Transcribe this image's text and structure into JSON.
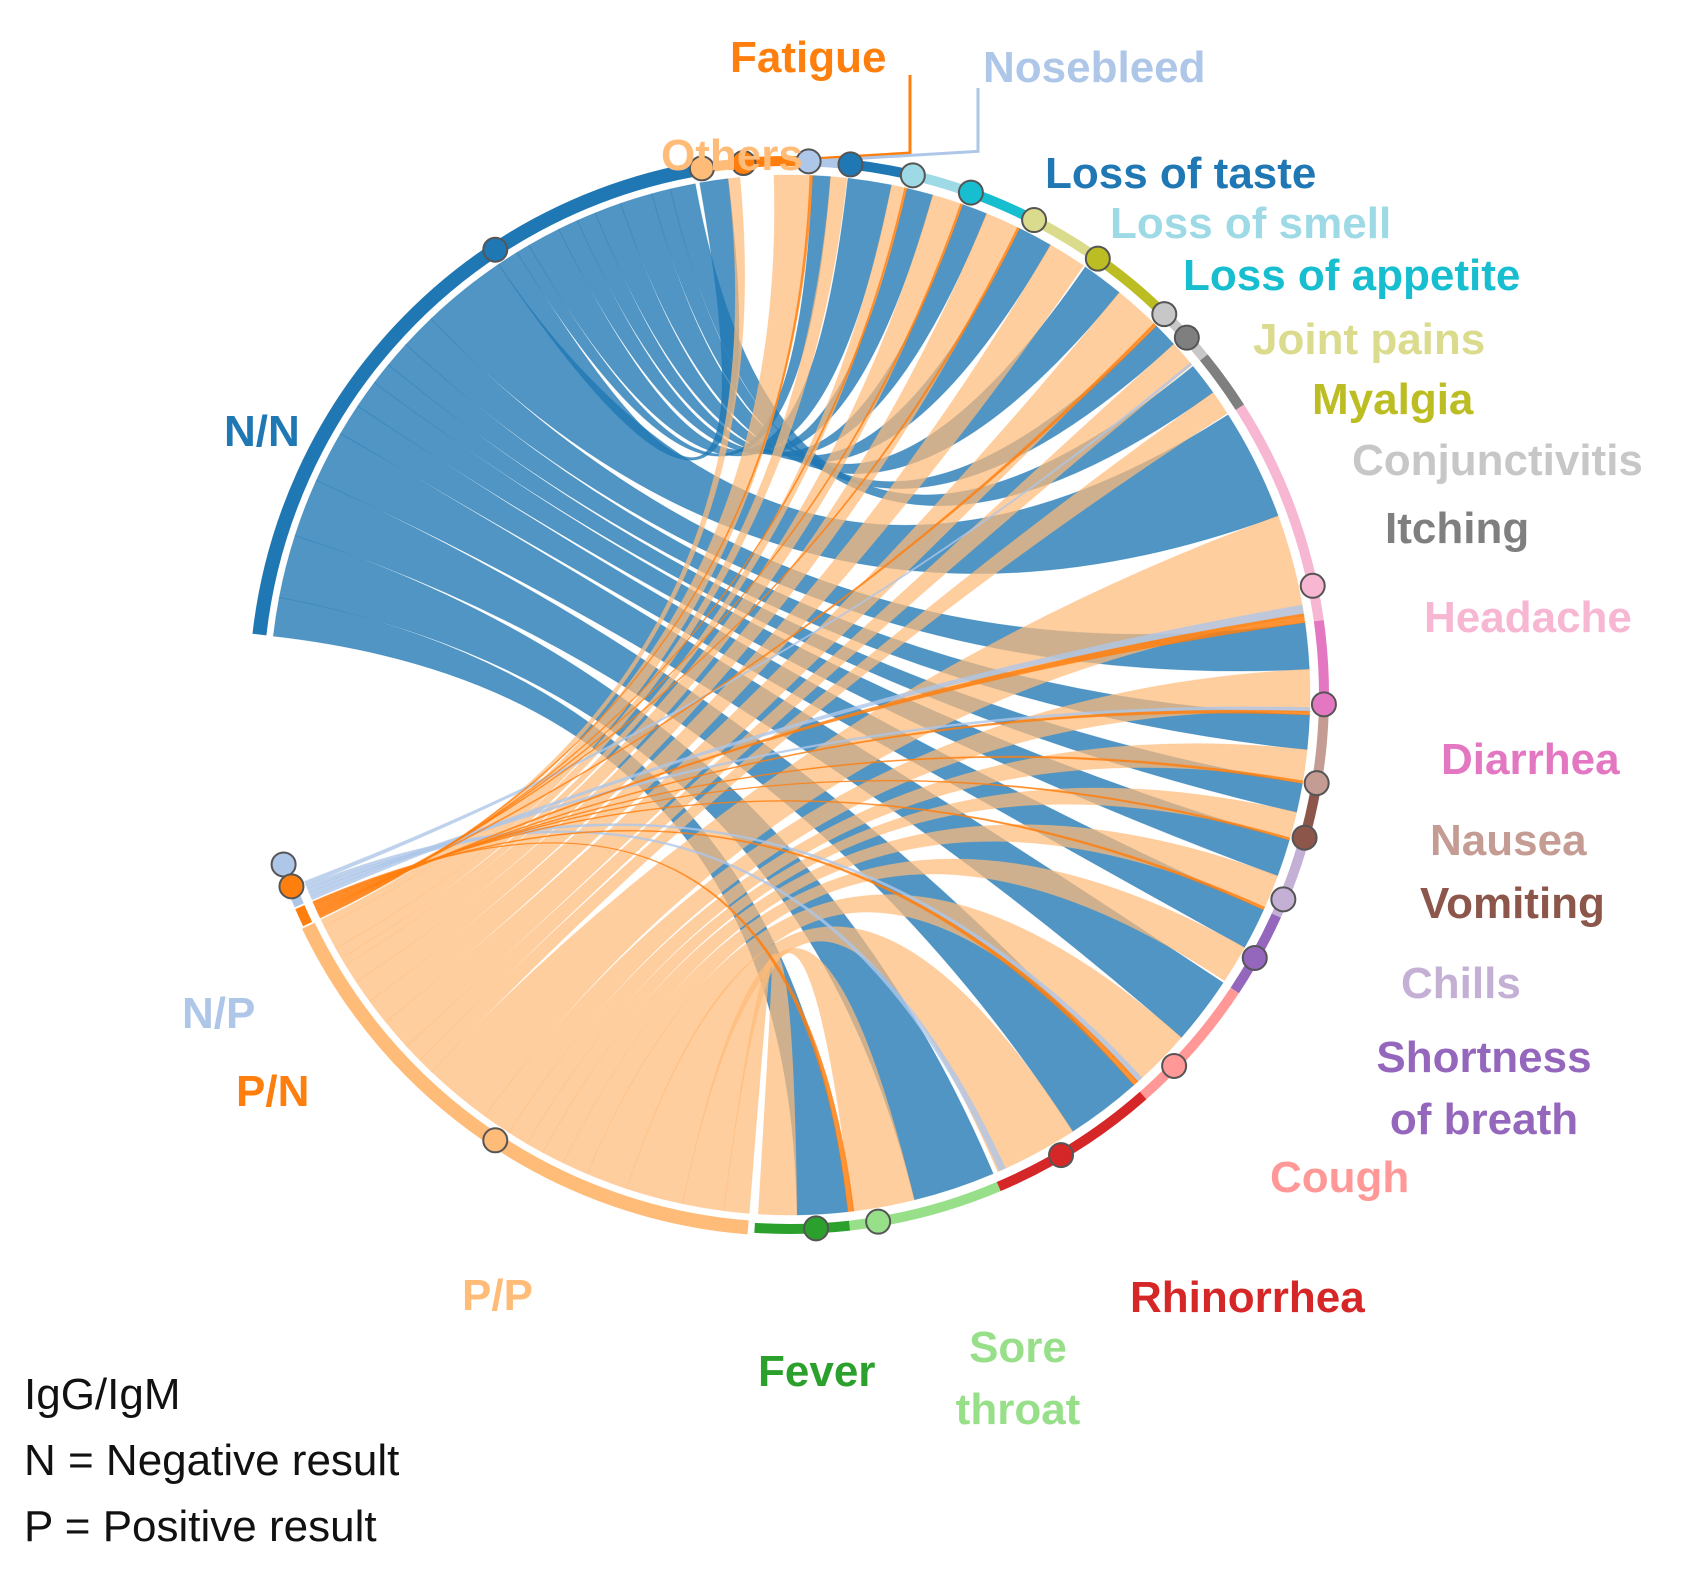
{
  "chart_data": {
    "type": "chord",
    "groups": [
      {
        "id": "NN",
        "name": "N/N",
        "color": "#1f77b4"
      },
      {
        "id": "NP",
        "name": "N/P",
        "color": "#aec7e8"
      },
      {
        "id": "PN",
        "name": "P/N",
        "color": "#ff7f0e"
      },
      {
        "id": "PP",
        "name": "P/P",
        "color": "#ffbb78"
      }
    ],
    "symptoms": [
      {
        "id": "others",
        "name": "Others",
        "color": "#ffbb78"
      },
      {
        "id": "fatigue",
        "name": "Fatigue",
        "color": "#ff7f0e"
      },
      {
        "id": "nosebleed",
        "name": "Nosebleed",
        "color": "#aec7e8"
      },
      {
        "id": "taste",
        "name": "Loss of taste",
        "color": "#1f77b4"
      },
      {
        "id": "smell",
        "name": "Loss of smell",
        "color": "#9edae5"
      },
      {
        "id": "appetite",
        "name": "Loss of appetite",
        "color": "#17becf"
      },
      {
        "id": "joint",
        "name": "Joint pains",
        "color": "#dbdb8d"
      },
      {
        "id": "myalgia",
        "name": "Myalgia",
        "color": "#bcbd22"
      },
      {
        "id": "conj",
        "name": "Conjunctivitis",
        "color": "#c7c7c7"
      },
      {
        "id": "itching",
        "name": "Itching",
        "color": "#7f7f7f"
      },
      {
        "id": "headache",
        "name": "Headache",
        "color": "#f7b6d2"
      },
      {
        "id": "diarrhea",
        "name": "Diarrhea",
        "color": "#e377c2"
      },
      {
        "id": "nausea",
        "name": "Nausea",
        "color": "#c49c94"
      },
      {
        "id": "vomiting",
        "name": "Vomiting",
        "color": "#8c564b"
      },
      {
        "id": "chills",
        "name": "Chills",
        "color": "#c5b0d5"
      },
      {
        "id": "sob",
        "name": "Shortness of breath",
        "color": "#9467bd"
      },
      {
        "id": "cough",
        "name": "Cough",
        "color": "#ff9896"
      },
      {
        "id": "rhino",
        "name": "Rhinorrhea",
        "color": "#d62728"
      },
      {
        "id": "sore",
        "name": "Sore throat",
        "color": "#98df8a"
      },
      {
        "id": "fever",
        "name": "Fever",
        "color": "#2ca02c"
      }
    ]
  },
  "legend": {
    "title": "IgG/IgM",
    "negative": "N = Negative result",
    "positive": "P = Positive result"
  }
}
